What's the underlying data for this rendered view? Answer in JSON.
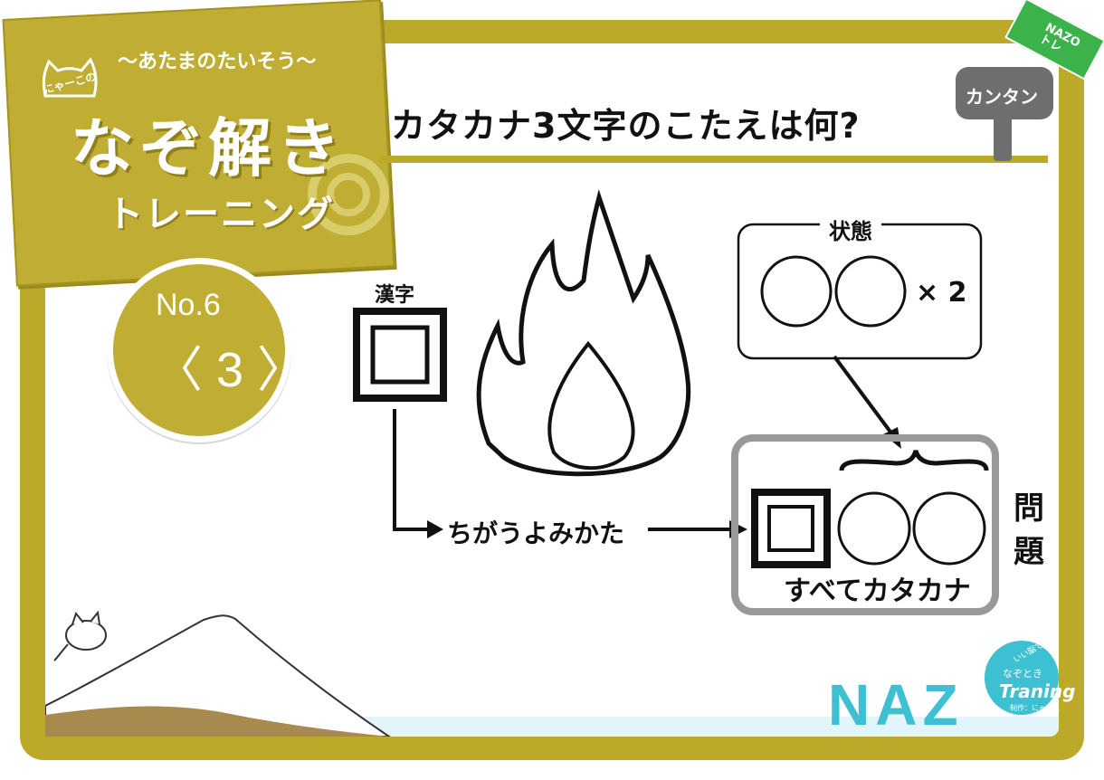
{
  "header": {
    "subtitle": "〜あたまのたいそう〜",
    "title": "なぞ解き",
    "title_sub": "トレーニング",
    "cat_label": "にゃーこの"
  },
  "badge": {
    "number_label": "No.6",
    "level_label": "〈 3 〉"
  },
  "question": {
    "text": "カタカナ3文字のこたえは何?"
  },
  "sign": {
    "label": "カンタン"
  },
  "puzzle": {
    "kanji_label": "漢字",
    "state_label": "状態",
    "times_label": "× 2",
    "reading_label": "ちがうよみかた",
    "katakana_label": "すべてカタカナ",
    "mondai_label": "問題"
  },
  "logo": {
    "text": "NAZ",
    "q_top": "いい脳で",
    "q_mid": "なぞとき",
    "q_bot": "Traning",
    "q_foot": "制作：にゃーこ"
  },
  "corner_tag": {
    "line1": "NAZO",
    "line2": "トレ"
  },
  "colors": {
    "olive": "#bca92a",
    "cyan": "#3dc0d2",
    "green": "#3cb34a",
    "gray": "#6e6e6e"
  }
}
